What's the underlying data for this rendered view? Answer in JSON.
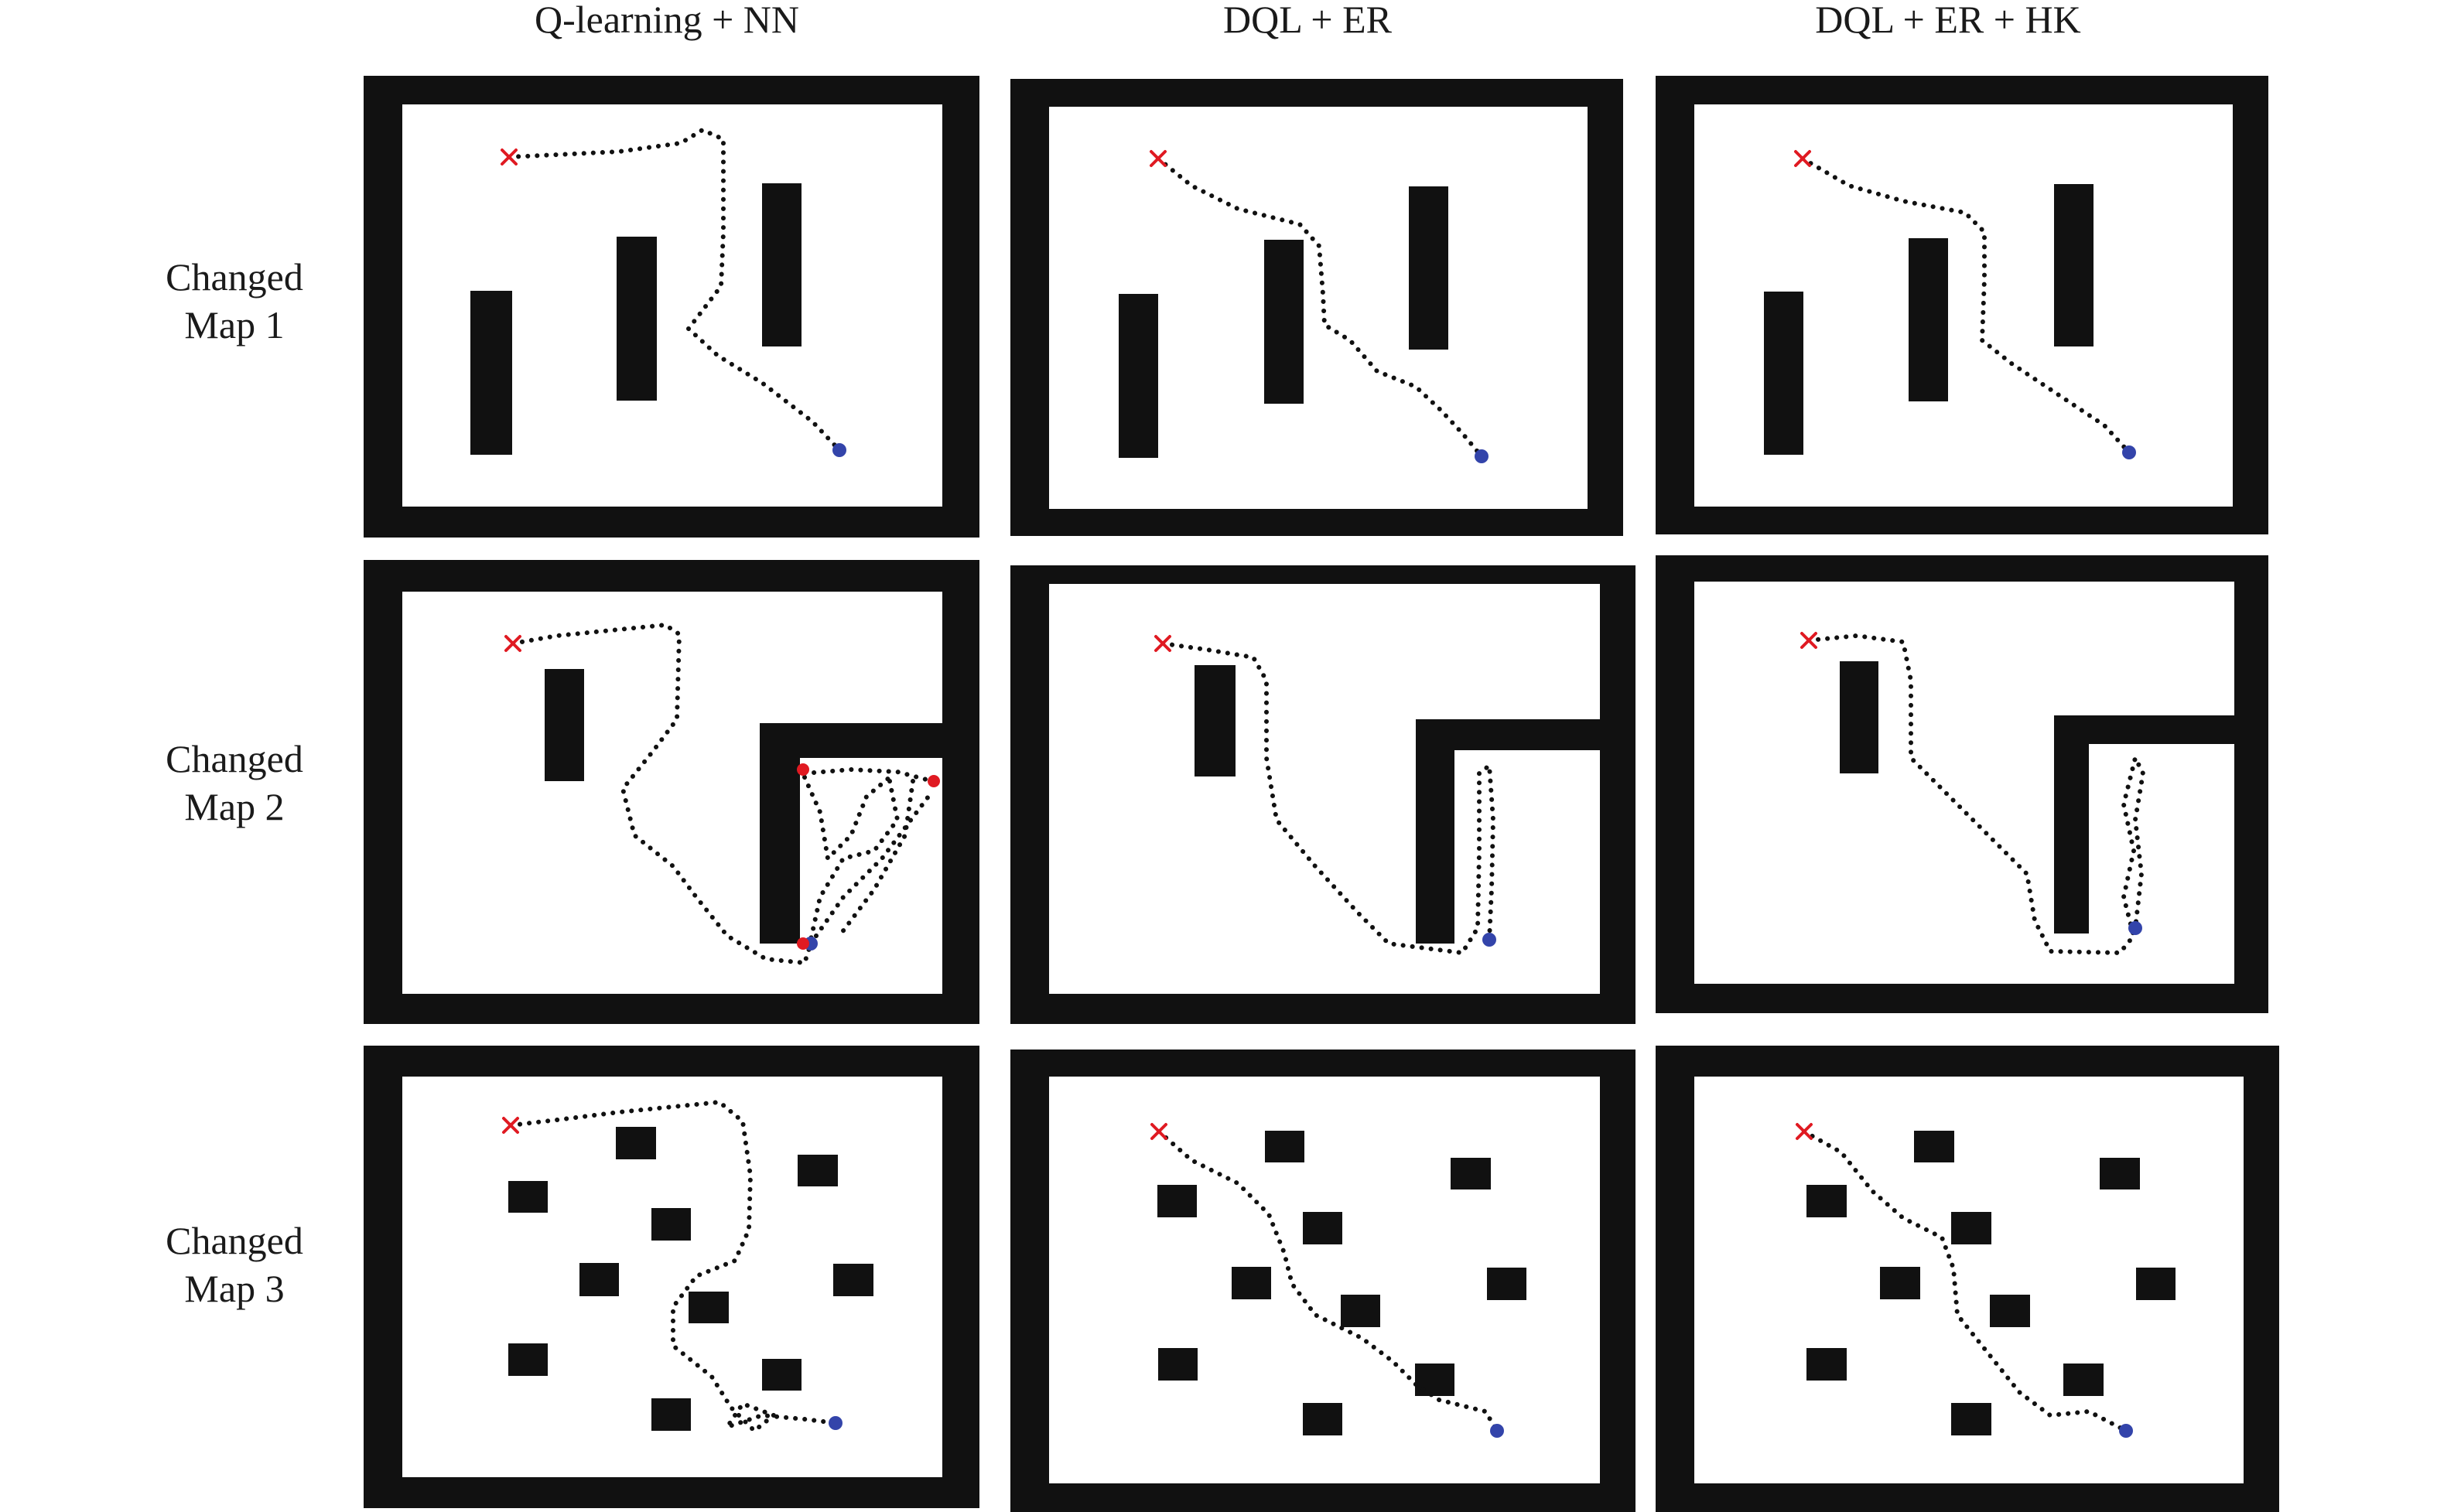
{
  "columns": [
    {
      "title": "Q-learning + NN"
    },
    {
      "title": "DQL + ER"
    },
    {
      "title": "DQL + ER + HK"
    }
  ],
  "rows": [
    {
      "label_line1": "Changed",
      "label_line2": "Map 1"
    },
    {
      "label_line1": "Changed",
      "label_line2": "Map 2"
    },
    {
      "label_line1": "Changed",
      "label_line2": "Map 3"
    }
  ],
  "colors": {
    "wall": "#111111",
    "floor": "#ffffff",
    "path": "#111111",
    "start_marker": "#e01a22",
    "goal_marker": "#3344aa",
    "collision_marker": "#e01a22"
  },
  "legend_semantics": {
    "start_icon": "red-cross-icon",
    "goal_icon": "blue-dot-icon",
    "path_style": "dotted-trajectory"
  }
}
